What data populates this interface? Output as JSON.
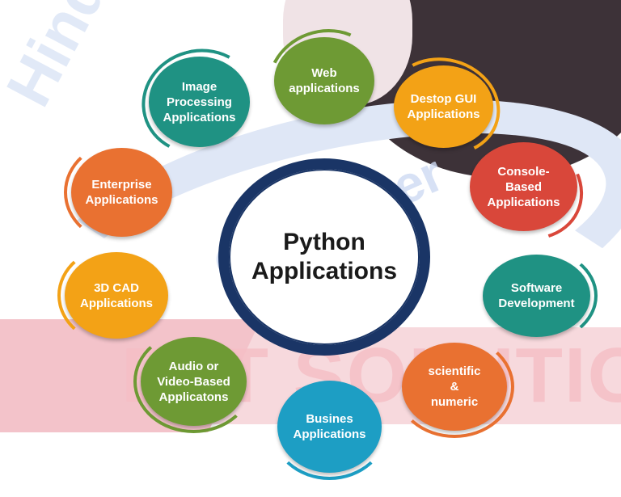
{
  "center": {
    "line1": "Python",
    "line2": "Applications"
  },
  "nodes": [
    {
      "id": "web",
      "lines": [
        "Web",
        "applications"
      ],
      "color": "#6e9a34"
    },
    {
      "id": "desktop-gui",
      "lines": [
        "Destop GUI",
        "Applications"
      ],
      "color": "#f3a216"
    },
    {
      "id": "console",
      "lines": [
        "Console-",
        "Based",
        "Applications"
      ],
      "color": "#d9473a"
    },
    {
      "id": "software-dev",
      "lines": [
        "Software",
        "Development"
      ],
      "color": "#1f9283"
    },
    {
      "id": "scientific",
      "lines": [
        "scientific",
        "&",
        "numeric"
      ],
      "color": "#e97131"
    },
    {
      "id": "business",
      "lines": [
        "Busines",
        "Applications"
      ],
      "color": "#1d9ec4"
    },
    {
      "id": "audio-video",
      "lines": [
        "Audio or",
        "Video-Based",
        "Applicatons"
      ],
      "color": "#6e9a34"
    },
    {
      "id": "cad-3d",
      "lines": [
        "3D CAD",
        "Applications"
      ],
      "color": "#f3a216"
    },
    {
      "id": "enterprise",
      "lines": [
        "Enterprise",
        "Applications"
      ],
      "color": "#e97131"
    },
    {
      "id": "image-processing",
      "lines": [
        "Image",
        "Processing",
        "Applications"
      ],
      "color": "#1f9283"
    }
  ],
  "watermark": {
    "brand": "Hind",
    "mid": "Computer",
    "bottom": "E IT SOLUTIO"
  }
}
